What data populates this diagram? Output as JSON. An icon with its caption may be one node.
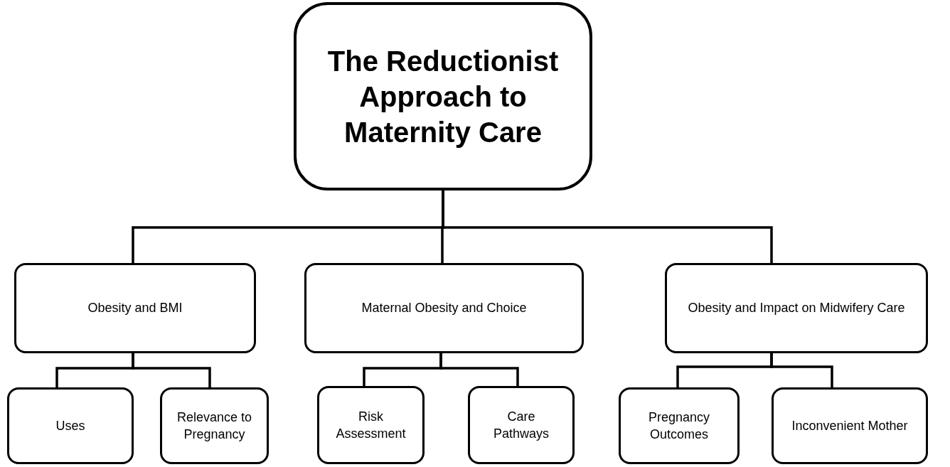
{
  "diagram": {
    "nodes": [
      {
        "text": [
          "The Reductionist Approach to Maternity Care"
        ]
      },
      {
        "text": [
          "Obesity and BMI"
        ]
      },
      {
        "text": [
          "Maternal Obesity and Choice"
        ]
      },
      {
        "text": [
          "Obesity and Impact on Midwifery Care"
        ]
      },
      {
        "text": [
          "Uses"
        ]
      },
      {
        "text": [
          "Relevance to Pregnancy"
        ]
      },
      {
        "text": [
          "Risk Assessment"
        ]
      },
      {
        "text": [
          "Care Pathways"
        ]
      },
      {
        "text": [
          "Pregnancy Outcomes"
        ]
      },
      {
        "text": [
          "Inconvenient Mother"
        ]
      }
    ],
    "edges": [
      {
        "from": 0,
        "to": 1,
        "arrow": "none"
      },
      {
        "from": 0,
        "to": 2,
        "arrow": "none"
      },
      {
        "from": 0,
        "to": 3,
        "arrow": "none"
      },
      {
        "from": 1,
        "to": 4,
        "arrow": "none"
      },
      {
        "from": 1,
        "to": 5,
        "arrow": "none"
      },
      {
        "from": 2,
        "to": 6,
        "arrow": "none"
      },
      {
        "from": 2,
        "to": 7,
        "arrow": "none"
      },
      {
        "from": 3,
        "to": 8,
        "arrow": "none"
      },
      {
        "from": 3,
        "to": 9,
        "arrow": "none"
      }
    ]
  }
}
